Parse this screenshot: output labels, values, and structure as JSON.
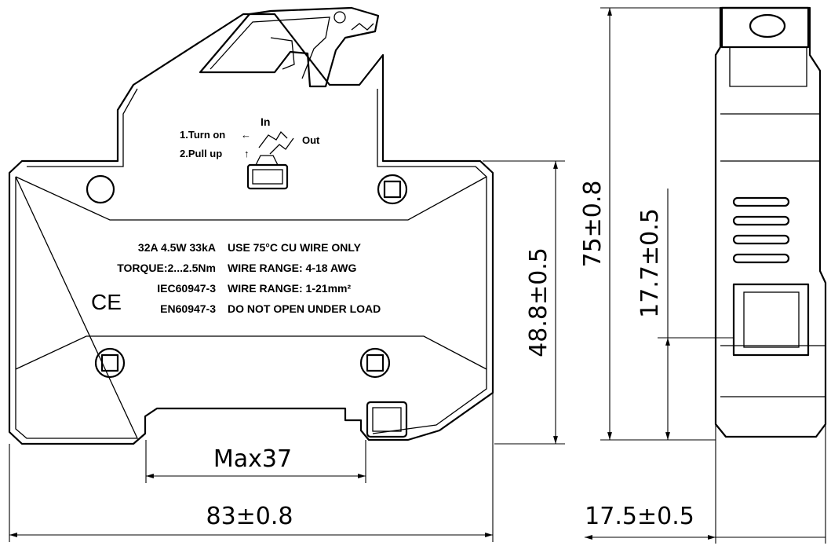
{
  "instructions": {
    "in_label": "In",
    "step1": "1.Turn on",
    "step2": "2.Pull up",
    "out_label": "Out",
    "step1_arrow": "←",
    "step2_arrow": "↑"
  },
  "specs": {
    "left": [
      "32A  4.5W  33kA",
      "TORQUE:2...2.5Nm",
      "IEC60947-3",
      "EN60947-3"
    ],
    "right": [
      "USE 75°C CU WIRE ONLY",
      "WIRE RANGE: 4-18 AWG",
      "WIRE RANGE: 1-21mm²",
      "DO NOT OPEN UNDER LOAD"
    ],
    "ce_mark": "CE"
  },
  "dimensions": {
    "max_opening": "Max37",
    "total_width": "83±0.8",
    "body_height": "48.8±0.5",
    "total_height": "75±0.8",
    "rail_height": "17.7±0.5",
    "side_width": "17.5±0.5"
  }
}
